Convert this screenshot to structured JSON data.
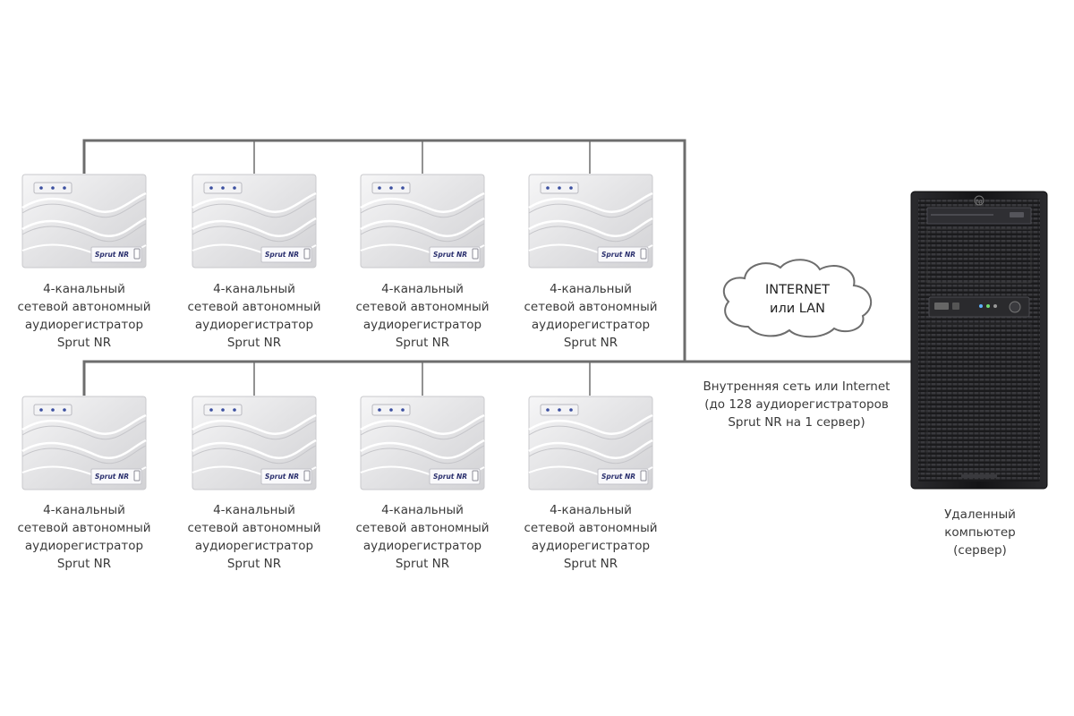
{
  "devices": [
    {
      "brand": "Sprut NR",
      "label": [
        "4-канальный",
        "сетевой автономный",
        "аудиорегистратор",
        "Sprut NR"
      ]
    },
    {
      "brand": "Sprut NR",
      "label": [
        "4-канальный",
        "сетевой автономный",
        "аудиорегистратор",
        "Sprut NR"
      ]
    },
    {
      "brand": "Sprut NR",
      "label": [
        "4-канальный",
        "сетевой автономный",
        "аудиорегистратор",
        "Sprut NR"
      ]
    },
    {
      "brand": "Sprut NR",
      "label": [
        "4-канальный",
        "сетевой автономный",
        "аудиорегистратор",
        "Sprut NR"
      ]
    },
    {
      "brand": "Sprut NR",
      "label": [
        "4-канальный",
        "сетевой автономный",
        "аудиорегистратор",
        "Sprut NR"
      ]
    },
    {
      "brand": "Sprut NR",
      "label": [
        "4-канальный",
        "сетевой автономный",
        "аудиорегистратор",
        "Sprut NR"
      ]
    },
    {
      "brand": "Sprut NR",
      "label": [
        "4-канальный",
        "сетевой автономный",
        "аудиорегистратор",
        "Sprut NR"
      ]
    },
    {
      "brand": "Sprut NR",
      "label": [
        "4-канальный",
        "сетевой автономный",
        "аудиорегистратор",
        "Sprut NR"
      ]
    }
  ],
  "cloud": {
    "line1": "INTERNET",
    "line2": "или LAN"
  },
  "network_label": [
    "Внутренняя сеть или Internet",
    "(до 128 аудиорегистраторов",
    "Sprut NR на 1 сервер)"
  ],
  "server": {
    "label": [
      "Удаленный",
      "компьютер",
      "(сервер)"
    ],
    "logo": "hp"
  },
  "colors": {
    "line": "#6d6d6d",
    "device_body": "#e9e9ea",
    "server_body": "#1d1d1f",
    "brand_text": "#2a2f6e"
  }
}
